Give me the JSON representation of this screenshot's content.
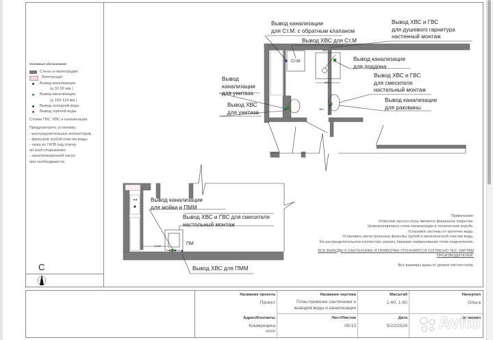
{
  "legend": {
    "title": "Условные обозначения:",
    "items": [
      {
        "label": "Стены и перегородки",
        "type": "swatch",
        "color": "#7a7a7a"
      },
      {
        "label": "Электрощит",
        "type": "swatch",
        "color": "#f0d8dc"
      },
      {
        "label": "Вывод канализации",
        "sub": "(⌀ 32-50 мм.)",
        "type": "dot",
        "color": "#333333"
      },
      {
        "label": "Вывод канализации",
        "sub": "(⌀ 100-110 мм.)",
        "type": "dot",
        "color": "#2a8a2a"
      },
      {
        "label": "Вывод холодной воды",
        "type": "dot",
        "color": "#1e3a8a"
      },
      {
        "label": "Вывод горячей воды",
        "type": "dot",
        "color": "#c0392b"
      }
    ],
    "risers": "Стояки ГВС, ХВС и канализации",
    "install_title": "Предусмотреть установку:",
    "install_items": [
      "- распределительных коллекторов;",
      "- фильтров грубой очистки воды;",
      "- люка из ГКЛВ под плитку",
      "ии push-открывания;",
      "- канализационный насос",
      "при необходимости."
    ]
  },
  "compass": {
    "letter": "С"
  },
  "bathroom_labels": {
    "sewer_wm": [
      "Вывод канализации",
      "для Ст.М. с обратным клапаном"
    ],
    "cold_wm": [
      "Вывод ХВС для Ст.М"
    ],
    "shower": [
      "Вывод ХВС и ГВС",
      "для душевого гарнитура",
      "настенный монтаж"
    ],
    "tray": [
      "Вывод канализации",
      "для поддона"
    ],
    "toilet_sewer": [
      "Вывод",
      "канализации",
      "для унитаза"
    ],
    "toilet_cold": [
      "Вывод ХВС",
      "для унитаза"
    ],
    "sink_mixer": [
      "Вывод ХВС и ГВС",
      "для смесителя",
      "настельный монтаж"
    ],
    "sink_sewer": [
      "Вывод канализации",
      "для раковины"
    ],
    "wm_tag": "Ст.М.",
    "dim_tray": "800",
    "dim_top": "150",
    "dim_sink": "384"
  },
  "kitchen_labels": {
    "sink_sewer": [
      "Вывод канализации",
      "для мойки и ПММ"
    ],
    "mixer": [
      "Вывод ХВС и ГВС для смесителя",
      "настольный монтаж"
    ],
    "dw_cold": [
      "Вывод ХВС для ПММ"
    ],
    "dw_tag": "ПМ",
    "dim": "1,050"
  },
  "notes": {
    "title": "Примечания:",
    "lines": [
      "Отметкой чистого пола является финишное покрытие.",
      "Шумоизолировать стояк канализации в техническом коробе.",
      "Установка системы от протечек воды.",
      "Установить магистральные фильтры грубой и механической очистки воды.",
      "На распределительном коллекторе указать бирками наименование точки подключения."
    ],
    "warning": "ВСЕ ВЫВОДЫ К САНТЕХНИКЕ И ПРИБОРАМ УТОЧНЯЮТСЯ СОГЛАСНО ТЕХ. КАРТАМ ПРОИЗВОДИТЕЛЕЙ.",
    "dims": "Все размеры даны от уровня чистого пола."
  },
  "title_block": {
    "project_label": "Название проекта",
    "project_value": "Проект",
    "address_label": "Адрес/Контакты",
    "address_value": "Коммунарка",
    "address_value2": "####",
    "drawing_label": "Название чертежа",
    "drawing_value1": "План привязки сантехники и",
    "drawing_value2": "выводов воды и канализации",
    "sheet_label": "Лист/Листов",
    "sheet_value": "05/13",
    "scale_label": "Масштаб",
    "scale_value": "1:40, 1:60",
    "date_label": "Дата",
    "date_value": "5/22/2024",
    "drawn_label": "Начертил",
    "drawn_value": "Ольга",
    "checked_label": "Проверил",
    "checked_value": ""
  },
  "watermark": {
    "text": "Avito"
  },
  "colors": {
    "wall": "#7a7a7a",
    "cold": "#1e3a8a",
    "hot": "#c0392b",
    "sewer": "#2a8a2a",
    "line": "#333333"
  }
}
